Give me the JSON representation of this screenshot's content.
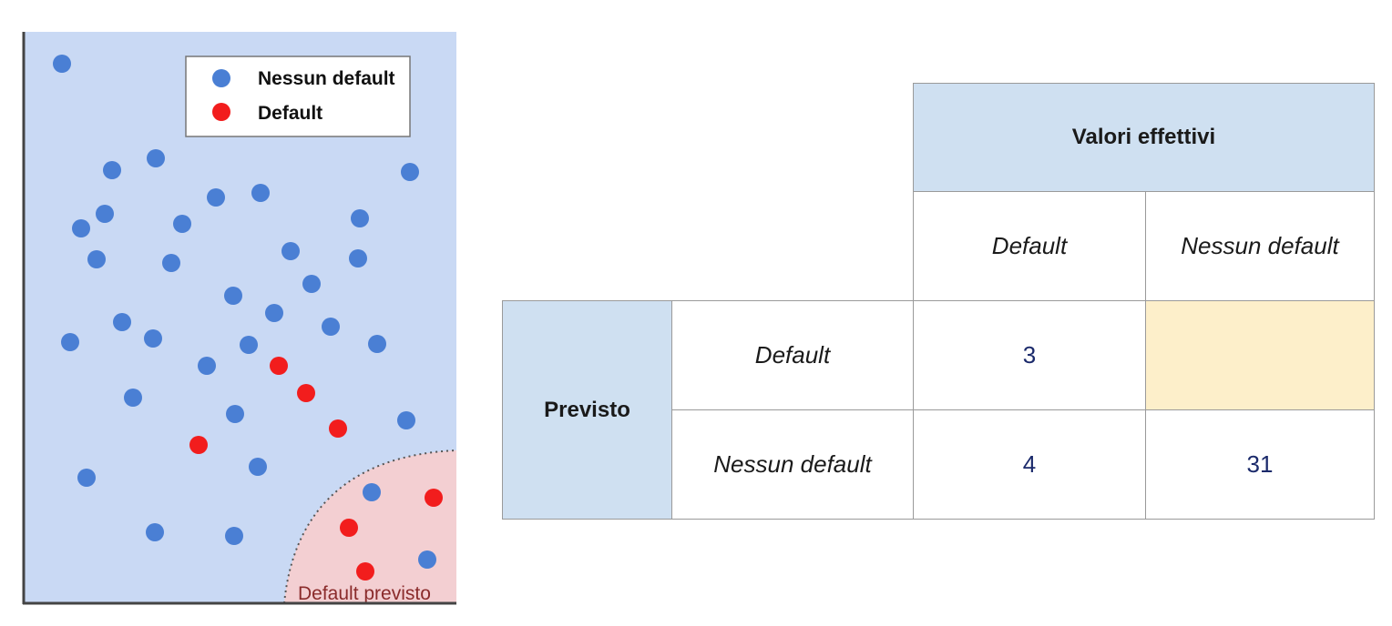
{
  "scatter": {
    "legend": {
      "items": [
        {
          "label": "Nessun default",
          "color": "#4a7fd4"
        },
        {
          "label": "Default",
          "color": "#f21d1d"
        }
      ]
    },
    "region_label": "Default previsto",
    "colors": {
      "background": "#c9d9f4",
      "region_fill": "#f3cfd2",
      "region_border": "#555555",
      "no_default": "#4a7fd4",
      "default": "#f21d1d",
      "axis": "#444444"
    }
  },
  "matrix": {
    "actual_header": "Valori effettivi",
    "actual_columns": [
      "Default",
      "Nessun default"
    ],
    "predicted_header": "Previsto",
    "predicted_rows": [
      "Default",
      "Nessun default"
    ],
    "values": [
      [
        "3",
        ""
      ],
      [
        "4",
        "31"
      ]
    ],
    "colors": {
      "header": "#cfe0f1",
      "highlight": "#fdefca",
      "value_text": "#1b2a6b"
    }
  }
}
